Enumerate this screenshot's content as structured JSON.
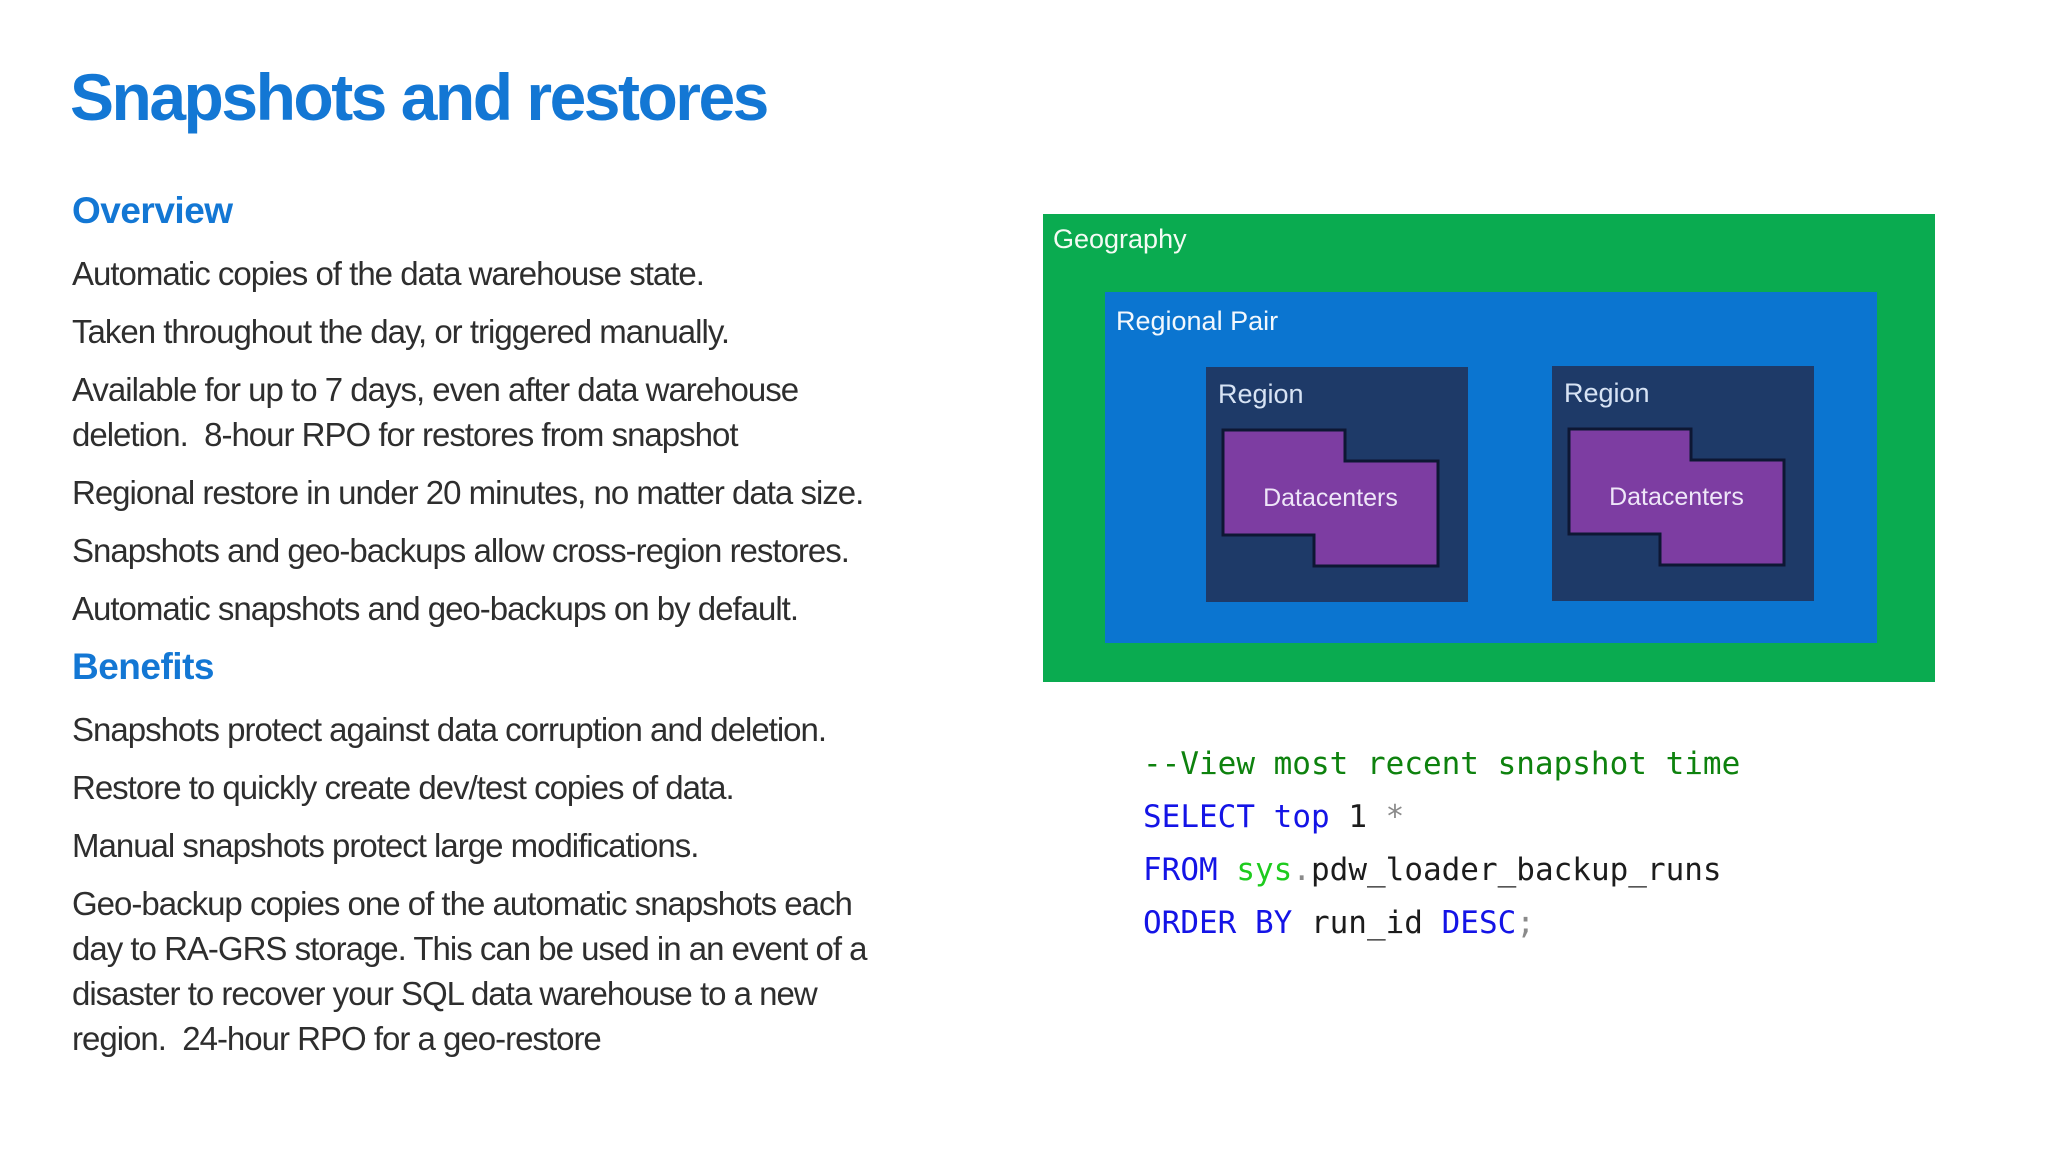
{
  "slide": {
    "title": "Snapshots and restores",
    "sections": [
      {
        "heading": "Overview",
        "paragraphs": [
          "Automatic copies of the data warehouse state.",
          "Taken throughout the day, or triggered manually.",
          "Available for up to 7 days, even after data warehouse\ndeletion.  8-hour RPO for restores from snapshot",
          "Regional restore in under 20 minutes, no matter data size.",
          "Snapshots and geo-backups allow cross-region restores.",
          "Automatic snapshots and geo-backups on by default."
        ]
      },
      {
        "heading": "Benefits",
        "paragraphs": [
          "Snapshots protect against data corruption and deletion.",
          "Restore to quickly create dev/test copies of data.",
          "Manual snapshots protect large modifications.",
          "Geo-backup copies one of the automatic snapshots each\nday to RA-GRS storage. This can be used in an event of a\ndisaster to recover your SQL data warehouse to a new\nregion.  24-hour RPO for a geo-restore"
        ]
      }
    ]
  },
  "diagram": {
    "geography_label": "Geography",
    "regional_pair_label": "Regional Pair",
    "regions": [
      {
        "label": "Region",
        "datacenters_label": "Datacenters"
      },
      {
        "label": "Region",
        "datacenters_label": "Datacenters"
      }
    ],
    "colors": {
      "geography_green": "#0aab50",
      "regional_pair_blue": "#0b75d0",
      "region_navy": "#1e3a68",
      "datacenters_purple": "#7d3da2",
      "datacenters_outline": "#0d1733"
    }
  },
  "code": {
    "token_colors": {
      "comment": "#0e820e",
      "keyword": "#1414e6",
      "plain": "#1c1c1c",
      "operator": "#8a8a8a",
      "system": "#1ecb1e"
    },
    "lines": [
      [
        {
          "text": "--View most recent snapshot time",
          "type": "comment"
        }
      ],
      [
        {
          "text": "SELECT",
          "type": "keyword"
        },
        {
          "text": " ",
          "type": "plain"
        },
        {
          "text": "top",
          "type": "keyword"
        },
        {
          "text": " 1 ",
          "type": "plain"
        },
        {
          "text": "*",
          "type": "operator"
        }
      ],
      [
        {
          "text": "FROM",
          "type": "keyword"
        },
        {
          "text": " ",
          "type": "plain"
        },
        {
          "text": "sys",
          "type": "system"
        },
        {
          "text": ".",
          "type": "operator"
        },
        {
          "text": "pdw_loader_backup_runs",
          "type": "plain"
        }
      ],
      [
        {
          "text": "ORDER BY",
          "type": "keyword"
        },
        {
          "text": " run_id ",
          "type": "plain"
        },
        {
          "text": "DESC",
          "type": "keyword"
        },
        {
          "text": ";",
          "type": "operator"
        }
      ]
    ]
  },
  "accent_colors": {
    "title_blue": "#1377d4",
    "body_text": "#2e2e2e"
  }
}
